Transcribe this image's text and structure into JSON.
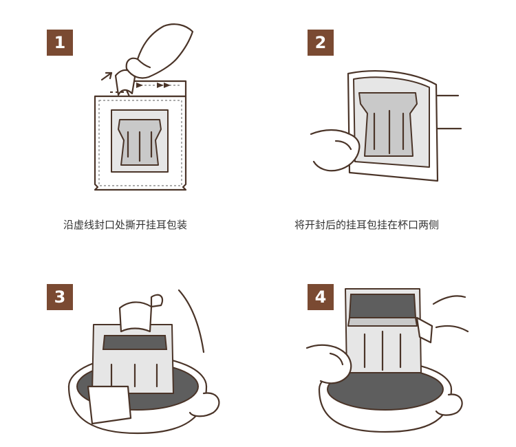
{
  "steps": [
    {
      "number": "1",
      "caption": "沿虚线封口处撕开挂耳包装"
    },
    {
      "number": "2",
      "caption": "将开封后的挂耳包挂在杯口两侧"
    },
    {
      "number": "3",
      "caption": ""
    },
    {
      "number": "4",
      "caption": ""
    }
  ],
  "colors": {
    "badge": "#7a4a32",
    "outline": "#4a3428",
    "coffee": "#5e5e5e",
    "filter": "#c9c9c9"
  }
}
